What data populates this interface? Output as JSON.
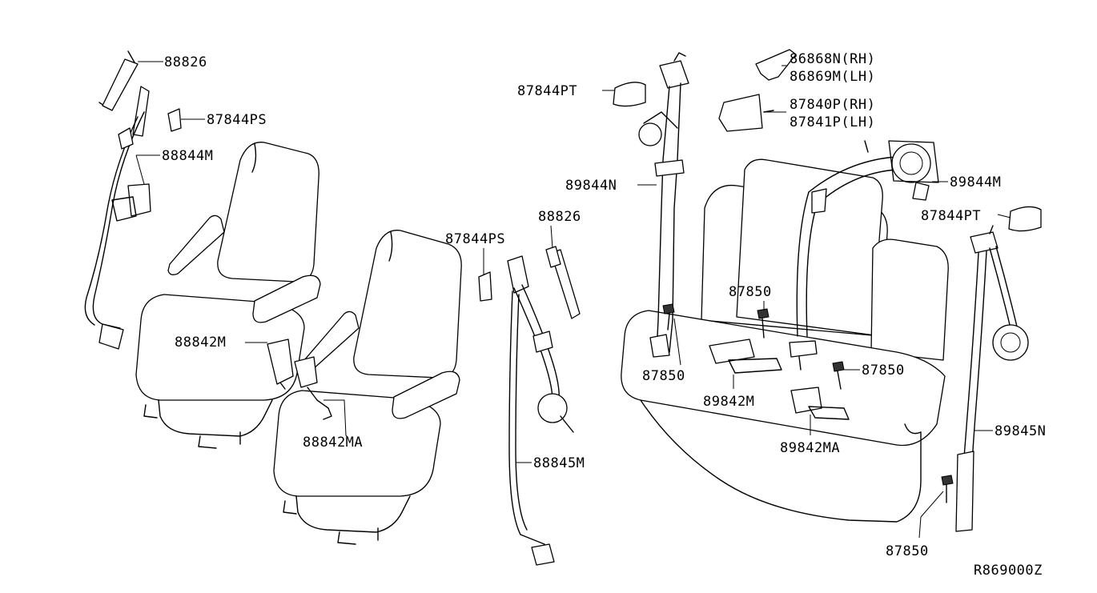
{
  "labels": {
    "l_88826_a": "88826",
    "l_87844ps_a": "87844PS",
    "l_88844m": "88844M",
    "l_88842m": "88842M",
    "l_88842ma": "88842MA",
    "l_87844ps_b": "87844PS",
    "l_88826_b": "88826",
    "l_88845m": "88845M",
    "l_87844pt_a": "87844PT",
    "l_89844n": "89844N",
    "l_87850_a": "87850",
    "l_86868n": "86868N(RH)",
    "l_86869m": "86869M(LH)",
    "l_87840p": "87840P(RH)",
    "l_87841p": "87841P(LH)",
    "l_89844m": "89844M",
    "l_87844pt_b": "87844PT",
    "l_87850_b": "87850",
    "l_87850_c": "87850",
    "l_89842m": "89842M",
    "l_89842ma": "89842MA",
    "l_89845n": "89845N",
    "l_87850_d": "87850"
  },
  "diagram_code": "R869000Z"
}
